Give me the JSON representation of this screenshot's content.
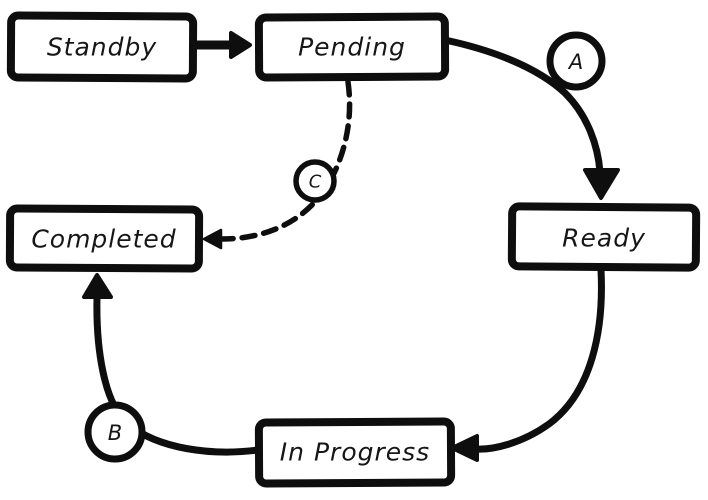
{
  "diagram": {
    "type": "state-flow",
    "nodes": [
      {
        "id": "standby",
        "label": "Standby"
      },
      {
        "id": "pending",
        "label": "Pending"
      },
      {
        "id": "ready",
        "label": "Ready"
      },
      {
        "id": "in_progress",
        "label": "In Progress"
      },
      {
        "id": "completed",
        "label": "Completed"
      }
    ],
    "edges": [
      {
        "from": "Standby",
        "to": "Pending",
        "label": "",
        "style": "solid"
      },
      {
        "from": "Pending",
        "to": "Ready",
        "label": "A",
        "style": "solid"
      },
      {
        "from": "Ready",
        "to": "In Progress",
        "label": "",
        "style": "solid"
      },
      {
        "from": "In Progress",
        "to": "Completed",
        "label": "B",
        "style": "solid"
      },
      {
        "from": "Pending",
        "to": "Completed",
        "label": "C",
        "style": "dashed"
      }
    ],
    "labels": {
      "a": "A",
      "b": "B",
      "c": "C"
    }
  },
  "colors": {
    "ink": "#0e0e0e",
    "background": "#ffffff"
  }
}
